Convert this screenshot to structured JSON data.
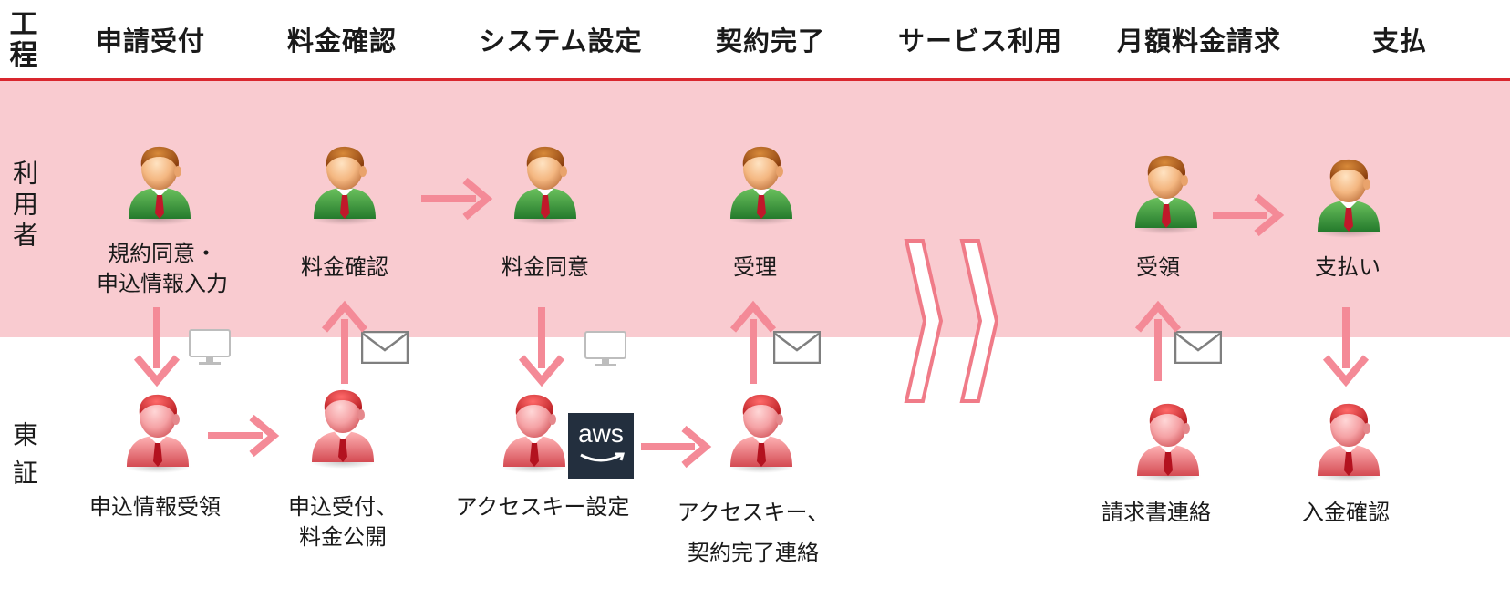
{
  "header": {
    "process_label": "工程",
    "steps": [
      "申請受付",
      "料金確認",
      "システム設定",
      "契約完了",
      "サービス利用",
      "月額料金請求",
      "支払"
    ]
  },
  "rows": {
    "user_label": "利用者",
    "tse_label": "東証"
  },
  "user_actions": [
    {
      "line1": "規約同意・",
      "line2": "申込情報入力"
    },
    {
      "line1": "料金確認"
    },
    {
      "line1": "料金同意"
    },
    {
      "line1": "受理"
    },
    {
      "line1": "受領"
    },
    {
      "line1": "支払い"
    }
  ],
  "tse_actions": [
    {
      "line1": "申込情報受領"
    },
    {
      "line1": "申込受付、",
      "line2": "料金公開"
    },
    {
      "line1": "アクセスキー設定"
    },
    {
      "line1": "アクセスキー、",
      "line2": "契約完了連絡"
    },
    {
      "line1": "請求書連絡"
    },
    {
      "line1": "入金確認"
    }
  ],
  "aws_logo_text": "aws",
  "colors": {
    "header_line": "#d9262e",
    "user_band": "#f9cbd0",
    "arrow": "#f48a97",
    "user_shirt": "#3f9b3f",
    "tse_shirt": "#e35a60",
    "tie": "#c0182a",
    "aws_bg": "#232f3e"
  }
}
